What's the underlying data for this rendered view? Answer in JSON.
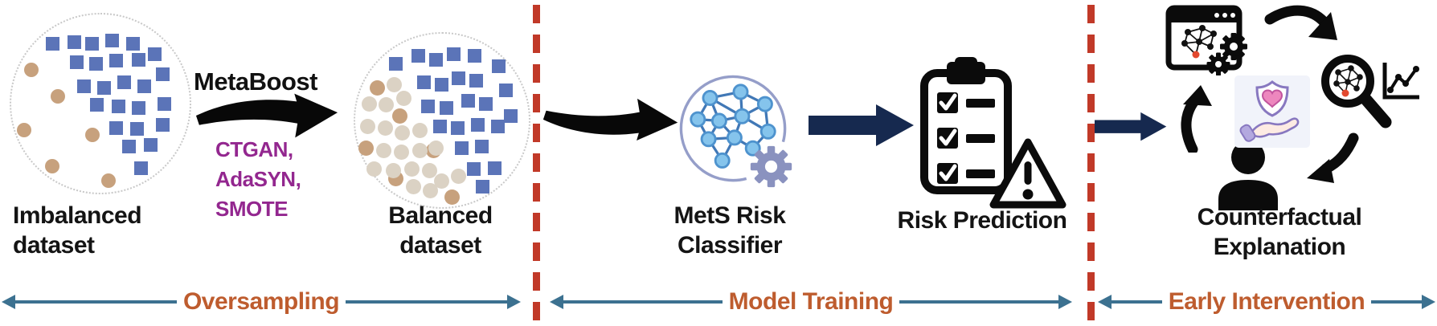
{
  "figure": {
    "type": "pipeline-diagram",
    "phases": [
      {
        "label": "Oversampling"
      },
      {
        "label": "Model Training"
      },
      {
        "label": "Early Intervention"
      }
    ]
  },
  "oversampling": {
    "imbalanced_label": "Imbalanced\ndataset",
    "metaboost_label": "MetaBoost",
    "algorithms": "CTGAN,\nAdaSYN,\nSMOTE",
    "balanced_label": "Balanced\ndataset"
  },
  "model_training": {
    "classifier_label": "MetS Risk\nClassifier",
    "risk_label": "Risk Prediction"
  },
  "early_intervention": {
    "counterfactual_label": "Counterfactual\nExplanation"
  },
  "icons": {
    "classifier": "neural-network-in-circle-with-gear",
    "risk_prediction": "clipboard-checklist-with-warning-triangle",
    "explanation_cycle": [
      "model-window-gears",
      "curved-arrow",
      "magnifier-network",
      "line-chart",
      "curved-arrow",
      "person",
      "curved-arrow",
      "hand-shield-heart"
    ]
  },
  "colors": {
    "majority_square": "#5B74B8",
    "minority_tan": "#C7A17D",
    "synthetic_beige": "#DBD2C4",
    "algorithms_purple": "#93278F",
    "phase_orange": "#BE5C2E",
    "phase_arrow_teal": "#3C7190",
    "divider_red": "#C13928",
    "flow_navy": "#16294F",
    "net_node_fill": "#85C4EC",
    "net_node_stroke": "#4E93CE",
    "net_edge": "#4178B6",
    "net_ring": "#959EC9",
    "gear_gray": "#8A92BF",
    "alert_node_red": "#E2492F",
    "heart_pink": "#ED87BE",
    "shield_purple": "#8878C0"
  },
  "datasets": {
    "imbalanced": {
      "square_size": 17,
      "circle_size": 18,
      "squares": [
        [
          51,
          36
        ],
        [
          78,
          34
        ],
        [
          100,
          36
        ],
        [
          125,
          32
        ],
        [
          151,
          36
        ],
        [
          81,
          59
        ],
        [
          105,
          61
        ],
        [
          130,
          57
        ],
        [
          158,
          56
        ],
        [
          178,
          49
        ],
        [
          90,
          89
        ],
        [
          115,
          91
        ],
        [
          140,
          84
        ],
        [
          165,
          89
        ],
        [
          188,
          74
        ],
        [
          106,
          112
        ],
        [
          133,
          114
        ],
        [
          158,
          116
        ],
        [
          190,
          111
        ],
        [
          130,
          141
        ],
        [
          156,
          142
        ],
        [
          188,
          137
        ],
        [
          146,
          164
        ],
        [
          173,
          162
        ],
        [
          161,
          191
        ]
      ],
      "minority": [
        [
          25,
          69
        ],
        [
          58,
          102
        ],
        [
          16,
          144
        ],
        [
          101,
          150
        ],
        [
          51,
          189
        ],
        [
          121,
          207
        ]
      ]
    },
    "balanced": {
      "square_size": 17,
      "circle_size": 19,
      "squares": [
        [
          50,
          37
        ],
        [
          78,
          27
        ],
        [
          100,
          32
        ],
        [
          122,
          25
        ],
        [
          148,
          27
        ],
        [
          178,
          40
        ],
        [
          85,
          60
        ],
        [
          107,
          63
        ],
        [
          128,
          55
        ],
        [
          150,
          58
        ],
        [
          187,
          70
        ],
        [
          90,
          90
        ],
        [
          113,
          92
        ],
        [
          140,
          83
        ],
        [
          162,
          87
        ],
        [
          193,
          102
        ],
        [
          105,
          115
        ],
        [
          127,
          117
        ],
        [
          152,
          113
        ],
        [
          177,
          115
        ],
        [
          132,
          142
        ],
        [
          157,
          140
        ],
        [
          147,
          168
        ],
        [
          173,
          167
        ],
        [
          158,
          190
        ]
      ],
      "circles": [
        [
          27,
          67,
          "tan"
        ],
        [
          55,
          102,
          "tan"
        ],
        [
          13,
          142,
          "tan"
        ],
        [
          97,
          145,
          "tan"
        ],
        [
          50,
          180,
          "tan"
        ],
        [
          120,
          203,
          "tan"
        ],
        [
          48,
          63,
          "beige"
        ],
        [
          17,
          87,
          "beige"
        ],
        [
          38,
          88,
          "beige"
        ],
        [
          60,
          80,
          "beige"
        ],
        [
          15,
          115,
          "beige"
        ],
        [
          37,
          117,
          "beige"
        ],
        [
          58,
          123,
          "beige"
        ],
        [
          80,
          120,
          "beige"
        ],
        [
          35,
          145,
          "beige"
        ],
        [
          57,
          147,
          "beige"
        ],
        [
          80,
          145,
          "beige"
        ],
        [
          100,
          142,
          "beige"
        ],
        [
          23,
          168,
          "beige"
        ],
        [
          47,
          170,
          "beige"
        ],
        [
          70,
          168,
          "beige"
        ],
        [
          92,
          170,
          "beige"
        ],
        [
          128,
          177,
          "beige"
        ],
        [
          107,
          183,
          "beige"
        ],
        [
          72,
          190,
          "beige"
        ],
        [
          93,
          195,
          "beige"
        ]
      ]
    }
  }
}
